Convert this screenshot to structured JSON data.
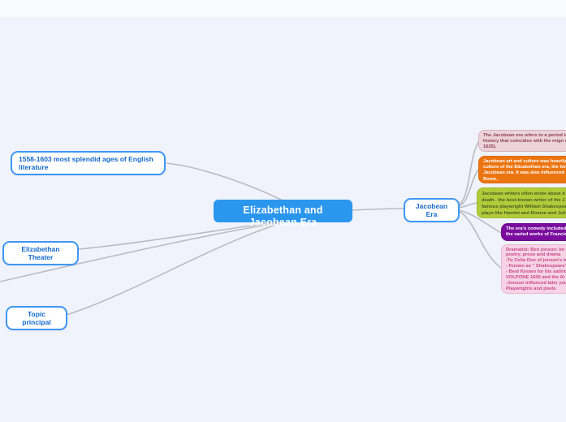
{
  "app": {
    "type": "mind-map-editor",
    "background_color": "#f0f3fb",
    "topbar_color": "#fafbff",
    "connector_color": "#babbc0"
  },
  "colors": {
    "center_node_bg": "#2b96ee",
    "outline_node_border": "#3e97f3",
    "outline_node_text": "#1268cc",
    "definition_bg": "#ecd3da",
    "definition_text": "#8c3e53",
    "culture_bg": "#ec7511",
    "writers_bg": "#b3cb3a",
    "writers_text": "#465e1d",
    "comedy_bg": "#7a0d9e",
    "dramatist_bg": "#f6d3e5",
    "dramatist_text": "#ca4789"
  },
  "map": {
    "center_node": {
      "label": "Elizabethan and Jacobean Era"
    },
    "left_nodes": [
      {
        "label": "1558-1603 most splendid ages of  English\nliterature"
      },
      {
        "label": "Elizabethan Theater"
      },
      {
        "label": "Topic principal"
      }
    ],
    "right_node": {
      "label": "Jacobean Era"
    },
    "detail_boxes": [
      {
        "name": "jacobean-definition",
        "text": "The Jacobean era refers to a period in\nhistory that coincides with the reign o\n1625)."
      },
      {
        "name": "jacobean-culture",
        "text": "Jacobean art and culture was heavily\nculture of the Elizabethan era, the tim\nJacobean era. It was also influenced b\nRome."
      },
      {
        "name": "jacobean-writers",
        "text": "Jacobean writers often wrote about d\ndeath.  the best-known writer of the J\nfamous playwright William Shakespea\nplays like Hamlet and Romeo and Juli"
      },
      {
        "name": "era-comedy",
        "text": "The era's comedy included\nthe varied works of Francis"
      },
      {
        "name": "dramatist-ben-jonson",
        "text": "Dramatist: Ben jonson: kn\npoetry, prose and drama\n-To Celia One of jonson's b\n- Known as \" Shakespeare'\n- Best Known for his satiric\nVOLPONE 1606 and the Al\n-Jonson influnced later you\nPlaywrights and poets"
      }
    ]
  }
}
